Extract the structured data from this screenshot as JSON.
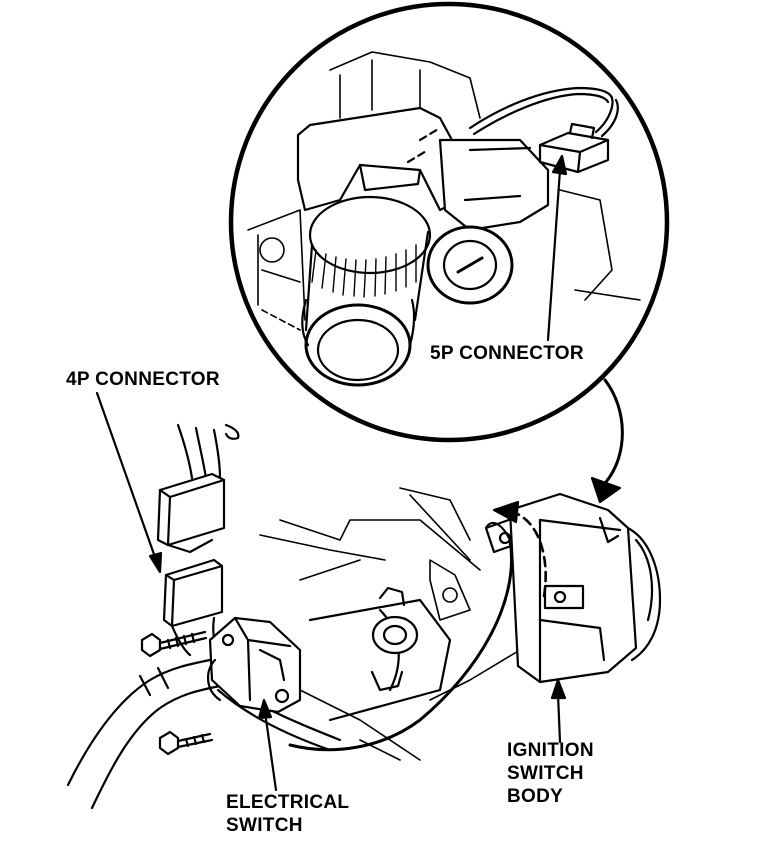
{
  "labels": {
    "connector_5p": "5P CONNECTOR",
    "connector_4p": "4P CONNECTOR",
    "electrical_switch": [
      "ELECTRICAL",
      "SWITCH"
    ],
    "ignition_switch_body": [
      "IGNITION",
      "SWITCH",
      "BODY"
    ]
  },
  "colors": {
    "ink": "#000000",
    "paper": "#ffffff"
  }
}
